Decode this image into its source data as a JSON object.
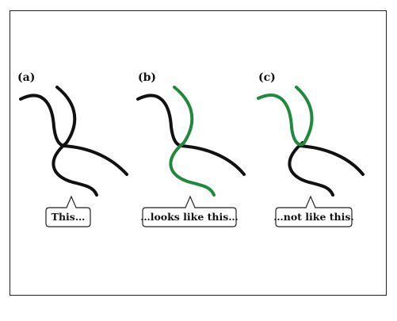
{
  "colors": {
    "black_strand": "#111111",
    "green_strand": "#1f8a3c",
    "frame": "#222222"
  },
  "panels": [
    {
      "label": "(a)",
      "caption": "This…",
      "highlight": "none"
    },
    {
      "label": "(b)",
      "caption": "…looks like this…",
      "highlight": "lower-left-to-upper-right"
    },
    {
      "label": "(c)",
      "caption": "…not like this.",
      "highlight": "upper-left-to-upper-right"
    }
  ]
}
